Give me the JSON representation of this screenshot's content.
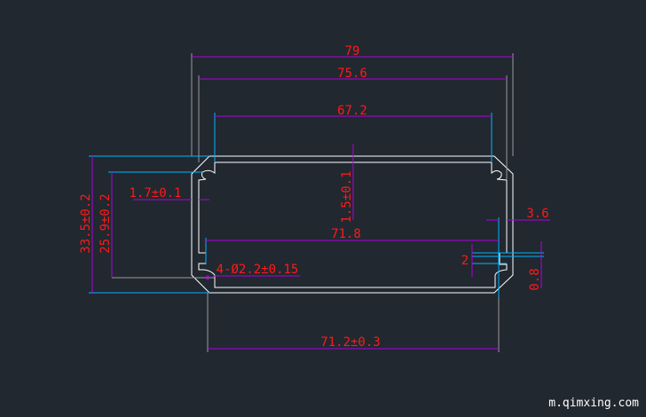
{
  "title": "Aluminum enclosure profile cross-section",
  "colors": {
    "background": "#212830",
    "profile": "#ffffff",
    "dimension": "#b000e0",
    "extension": "#00b4ff",
    "text": "#ff1a1a"
  },
  "dimensions": {
    "overall_width": "79",
    "width_75": "75.6",
    "width_67": "67.2",
    "overall_height": "33.5±0.2",
    "inner_height": "25.9±0.2",
    "wall_side": "1.7±0.1",
    "wall_top": "1.5±0.1",
    "inner_width": "71.8",
    "holes": "4-Ø2.2±0.15",
    "slot": "2",
    "offset": "3.6",
    "rib": "0.8",
    "bottom_width": "71.2±0.3"
  },
  "watermark": "m.qimxing.com"
}
